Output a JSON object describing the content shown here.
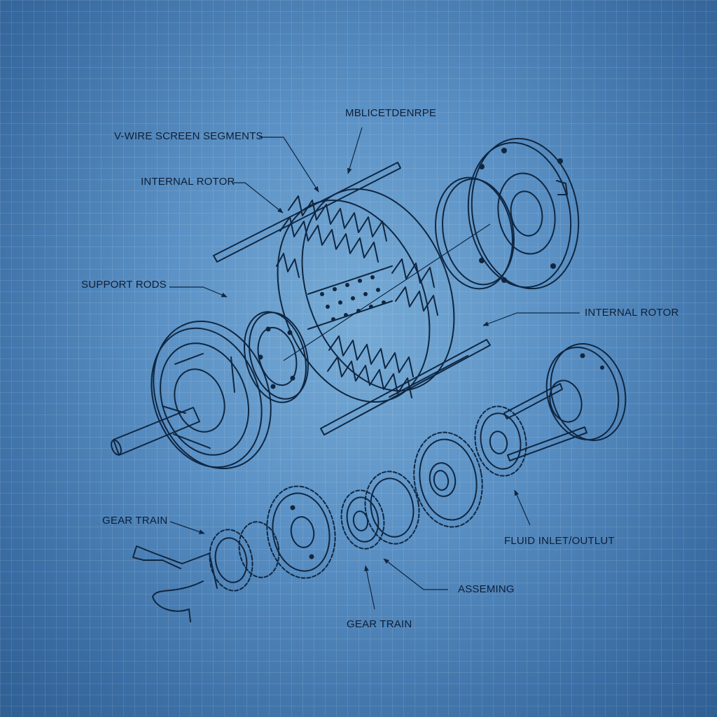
{
  "labels": {
    "top_center": "MBLICETDENRPE",
    "vwire_screen_segments": "V-WIRE SCREEN SEGMENTS",
    "internal_rotor_left": "INTERNAL ROTOR",
    "support_rods": "SUPPORT RODS",
    "internal_rotor_right": "INTERNAL ROTOR",
    "gear_train_left": "GEAR TRAIN",
    "fluid_inlet_outlet": "FLUID INLET/OUTLUT",
    "assembling": "ASSEMING",
    "gear_train_bottom": "GEAR TRAIN"
  },
  "colors": {
    "line": "#0f2640",
    "background_center": "#78acd6",
    "background_edge": "#2f5f93"
  }
}
